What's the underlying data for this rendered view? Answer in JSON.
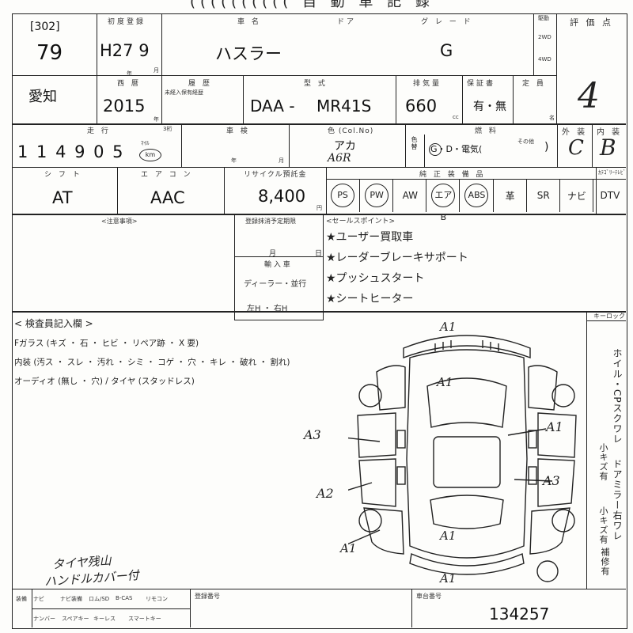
{
  "header_title": "(((((((((( 自 動 車 記 録",
  "lot": {
    "bracket_label": "[302]",
    "number": "79"
  },
  "first_reg": {
    "label": "初度登録",
    "era_value": "H27 9",
    "unit_year": "年",
    "unit_month": "月"
  },
  "model": {
    "name_label": "車 名",
    "door_label": "ドア",
    "grade_label": "グ レ ー ド",
    "name": "ハスラー",
    "grade": "G"
  },
  "drive": {
    "2wd": "2WD",
    "4wd": "4WD",
    "label": "駆動"
  },
  "rating": {
    "label": "評 価 点",
    "value": "4"
  },
  "region": {
    "value": "愛知"
  },
  "year": {
    "label": "西 暦",
    "value": "2015",
    "unit": "年"
  },
  "history": {
    "label": "履 歴",
    "sub": "未経入保有経歴"
  },
  "type_code": {
    "label": "型 式",
    "prefix": "DAA -",
    "value": "MR41S"
  },
  "displacement": {
    "label": "排気量",
    "value": "660",
    "unit": "cc"
  },
  "warranty": {
    "label": "保証書",
    "value": "有・無"
  },
  "capacity": {
    "label": "定 員",
    "unit": "名"
  },
  "mileage": {
    "label": "走 行",
    "value": "1 1 4  9 0 5",
    "unit_top": "ﾏｲﾙ",
    "unit_circle": "km",
    "unit_side": "3桁"
  },
  "inspection": {
    "label": "車 検",
    "year_unit": "年",
    "month_unit": "月"
  },
  "color": {
    "label": "色 (Col.No)",
    "value": "アカ",
    "code": "A6R",
    "repaint": "色替"
  },
  "fuel": {
    "label": "燃 料",
    "value": "G・D・電気(",
    "other": "その他",
    "close": ")"
  },
  "exterior": {
    "label": "外 装",
    "value": "C"
  },
  "interior": {
    "label": "内 装",
    "value": "B"
  },
  "shift": {
    "label": "シ フ ト",
    "value": "AT"
  },
  "aircon": {
    "label": "エ ア コ ン",
    "value": "AAC"
  },
  "recycle": {
    "label": "リサイクル預託金",
    "value": "8,400",
    "unit": "円"
  },
  "equipment": {
    "label": "純 正 装 備 品",
    "items": [
      "PS",
      "PW",
      "AW",
      "エアB",
      "ABS",
      "革",
      "SR",
      "ナビ",
      "DTV"
    ],
    "tv_label": "ｶﾃｺﾞﾘｰﾃﾚﾋﾞ"
  },
  "notes": {
    "label": "<注意事項>"
  },
  "reg_exp": {
    "label": "登録抹消予定期限",
    "month": "月",
    "day": "日"
  },
  "import": {
    "label": "輸 入 車",
    "dealer": "ディーラー・並行",
    "handle": "左H ・ 右H"
  },
  "sales_points": {
    "label": "<セールスポイント>",
    "items": [
      "★ユーザー買取車",
      "★レーダーブレーキサポート",
      "★プッシュスタート",
      "★シートヒーター"
    ]
  },
  "inspector": {
    "label": "< 検査員記入欄 >",
    "line1": "Fガラス (キズ ・ 石 ・ ヒビ ・ リペア跡 ・ X 要)",
    "line2": "内装 (汚ス ・ スレ ・ 汚れ ・ シミ ・ コゲ ・ 穴 ・ キレ ・ 破れ ・ 割れ)",
    "line3": "オーディオ (無し ・ 穴) / タイヤ (スタッドレス)",
    "x_mark": "X 要"
  },
  "keyloc": {
    "label": "キーロック"
  },
  "side_notes": {
    "col1": "ホイル・CPスクワレ",
    "col2": "小キズ有",
    "col3": "ドアミラー右ワレ",
    "col4": "小キズ有",
    "col5": "補修有"
  },
  "damage_marks": [
    "A1",
    "A1",
    "A3",
    "A1",
    "A2",
    "A3",
    "A1",
    "A1",
    "A1"
  ],
  "handwritten": {
    "line1": "タイヤ残山",
    "line2": "ハンドルカバー付"
  },
  "bottom": {
    "left_labels": [
      "装備",
      "ナビ",
      "ナビ装備",
      "ロム/SD",
      "B-CAS",
      "リモコン"
    ],
    "row2": [
      "ナンバー",
      "スペアキー",
      "キーレス",
      "スマートキー"
    ],
    "reg_number_label": "登録番号",
    "chassis_label": "車台番号",
    "chassis_value": "134257"
  }
}
